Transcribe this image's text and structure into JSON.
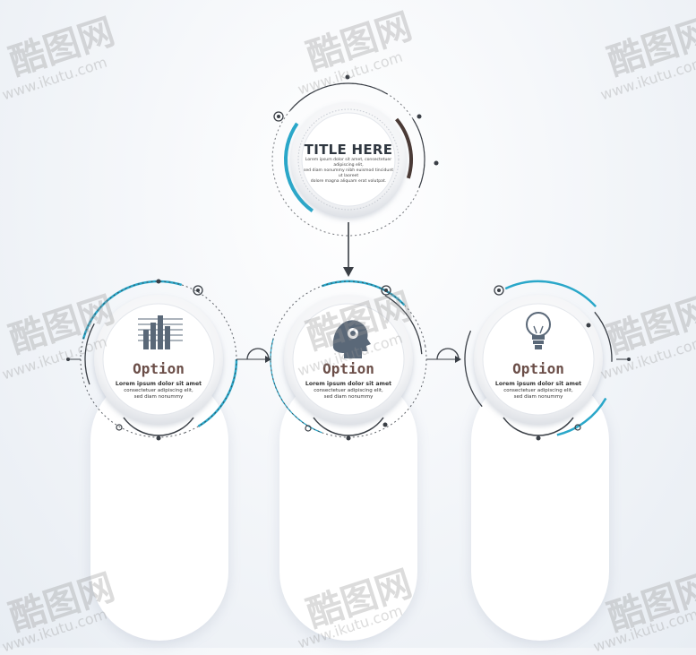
{
  "title": {
    "heading": "TITLE HERE",
    "desc_lines": [
      "Lorem ipsum dolor sit amet, consectetuer adipiscing elit,",
      "sed diam nonummy nibh euismod tincidunt ut laoreet",
      "dolore magna aliquam erat volutpat."
    ]
  },
  "options": [
    {
      "label": "Option",
      "desc_bold": "Lorem ipsum dolor sit amet",
      "desc_lines": [
        "consectetuer adipiscing elit,",
        "sed diam nonummy"
      ],
      "icon": "bar-chart-icon"
    },
    {
      "label": "Option",
      "desc_bold": "Lorem ipsum dolor sit amet",
      "desc_lines": [
        "consectetuer adipiscing elit,",
        "sed diam nonummy"
      ],
      "icon": "head-gear-icon"
    },
    {
      "label": "Option",
      "desc_bold": "Lorem ipsum dolor sit amet",
      "desc_lines": [
        "consectetuer adipiscing elit,",
        "sed diam nonummy"
      ],
      "icon": "lightbulb-icon"
    }
  ],
  "colors": {
    "accent": "#2aa7c9",
    "dark": "#3a3f46",
    "brown": "#4a3a36",
    "label": "#6b4e48"
  },
  "watermark": {
    "brand": "酷图网",
    "url": "www.ikutu.com"
  }
}
